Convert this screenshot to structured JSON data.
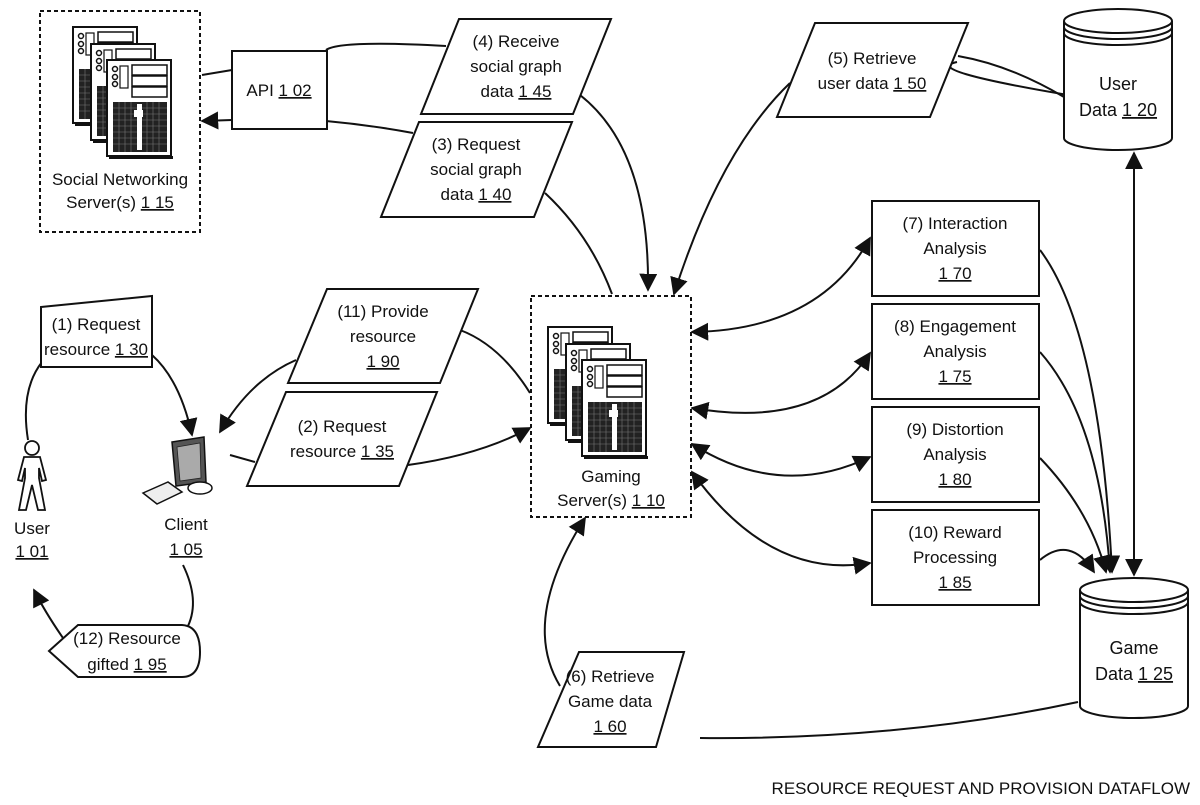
{
  "title": "RESOURCE REQUEST AND PROVISION DATAFLOW",
  "nodes": {
    "social_server": {
      "line1": "Social Networking",
      "line2": "Server(s) ",
      "ref": "1 15"
    },
    "api": {
      "label": "API ",
      "ref": "1 02"
    },
    "user_data": {
      "line1": "User",
      "line2": "Data ",
      "ref": "1 20"
    },
    "gaming_server": {
      "line1": "Gaming",
      "line2": "Server(s) ",
      "ref": "1 10"
    },
    "game_data": {
      "line1": "Game",
      "line2": "Data ",
      "ref": "1 25"
    },
    "user": {
      "line1": "User",
      "ref": "1 01"
    },
    "client": {
      "line1": "Client",
      "ref": "1 05"
    }
  },
  "steps": {
    "s1": {
      "line1": "(1) Request",
      "line2": "resource ",
      "ref": "1 30"
    },
    "s2": {
      "line1": "(2) Request",
      "line2": "resource ",
      "ref": "1 35"
    },
    "s3": {
      "line1": "(3) Request",
      "line2": "social graph",
      "line3": "data ",
      "ref": "1 40"
    },
    "s4": {
      "line1": "(4) Receive",
      "line2": "social graph",
      "line3": "data ",
      "ref": "1 45"
    },
    "s5": {
      "line1": "(5) Retrieve",
      "line2": "user data ",
      "ref": "1 50"
    },
    "s6": {
      "line1": "(6) Retrieve",
      "line2": "Game data",
      "ref": "1 60"
    },
    "s7": {
      "line1": "(7) Interaction",
      "line2": "Analysis",
      "ref": "1 70"
    },
    "s8": {
      "line1": "(8) Engagement",
      "line2": "Analysis",
      "ref": "1 75"
    },
    "s9": {
      "line1": "(9) Distortion",
      "line2": "Analysis",
      "ref": "1 80"
    },
    "s10": {
      "line1": "(10) Reward",
      "line2": "Processing",
      "ref": "1 85"
    },
    "s11": {
      "line1": "(11) Provide",
      "line2": "resource",
      "ref": "1 90"
    },
    "s12": {
      "line1": "(12) Resource",
      "line2": "gifted ",
      "ref": "1 95"
    }
  }
}
